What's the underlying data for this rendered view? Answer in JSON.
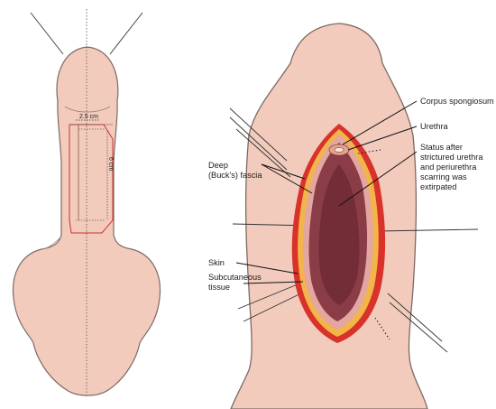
{
  "left_panel": {
    "width_dimension": "2.5 cm",
    "length_dimension": "6 cm"
  },
  "right_panel": {
    "labels": {
      "corpus_spongiosum": "Corpus spongiosum",
      "urethra": "Urethra",
      "status": [
        "Status after",
        "strictured urethra",
        "and periurethra",
        "scarring was",
        "extirpated"
      ],
      "deep_fascia": [
        "Deep",
        "(Buck's) fascia"
      ],
      "skin": "Skin",
      "subcutaneous": [
        "Subcutaneous",
        "tissue"
      ]
    }
  },
  "colors": {
    "skin": "#f2cbbd",
    "skin_outline": "#7d6a63",
    "cavity": "#8a3c47",
    "cavity_inner": "#6e2a35",
    "yellow_layer": "#f3b54a",
    "red_layer": "#d8322a",
    "incision": "#c7342c"
  }
}
